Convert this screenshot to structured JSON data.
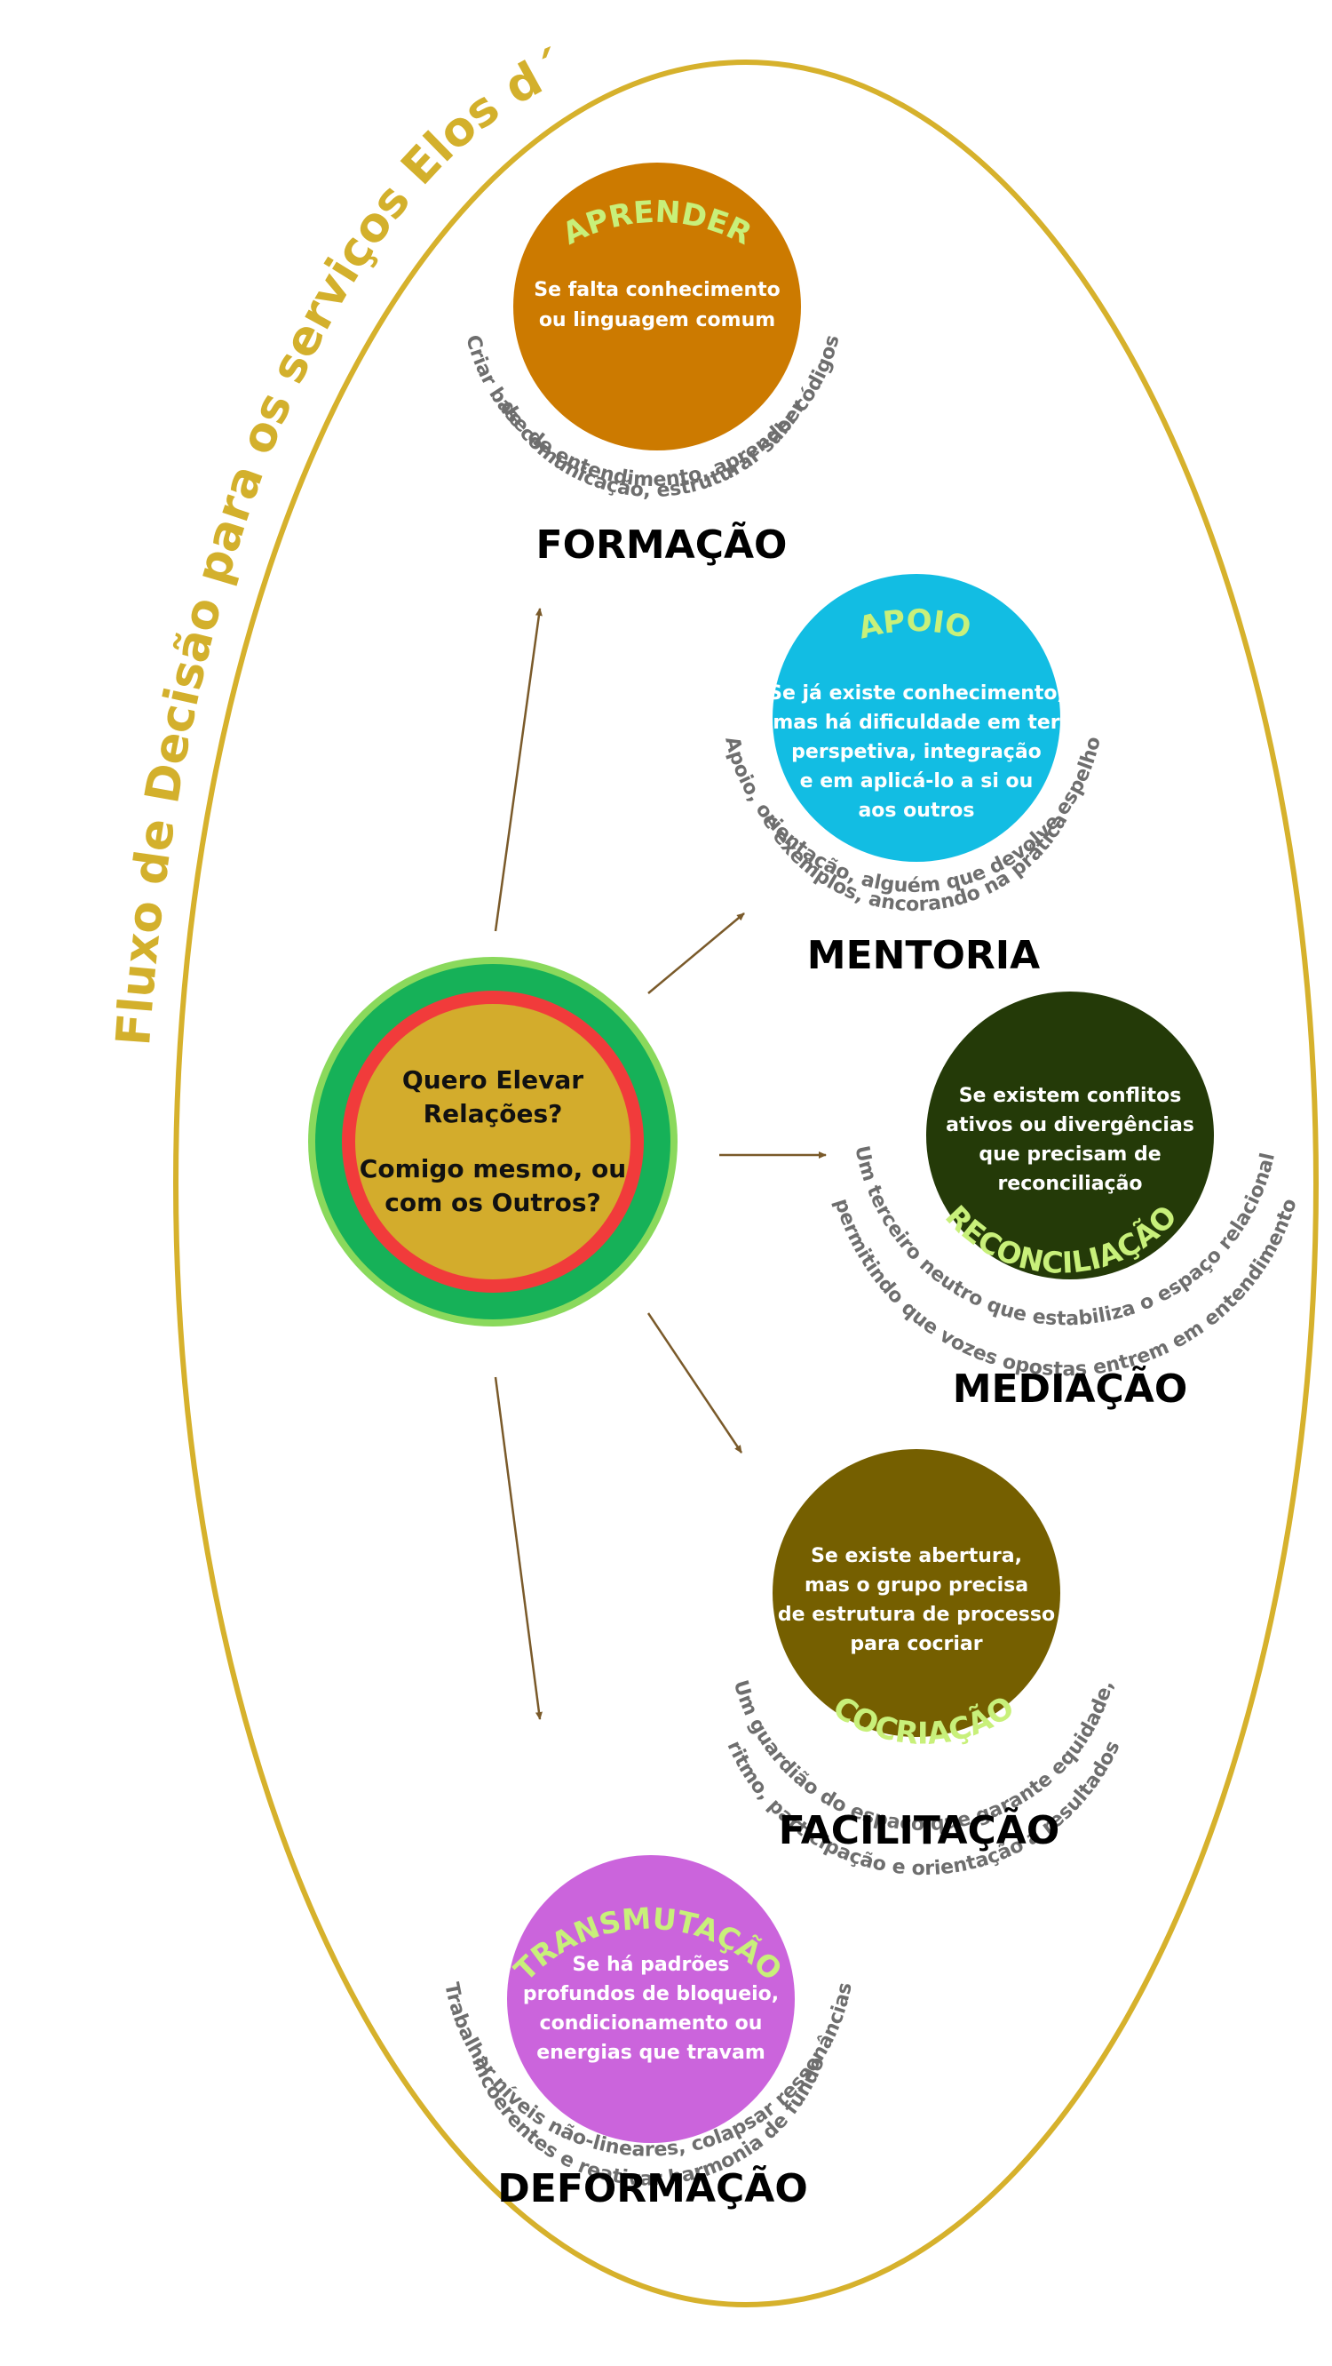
{
  "title": "Fluxo de Decisão para os serviços Elos d´Eros",
  "center": {
    "line1": "Quero Elevar",
    "line2": "Relações?",
    "line3": "Comigo mesmo, ou",
    "line4": "com os Outros?"
  },
  "nodes": [
    {
      "id": "formacao",
      "keyword": "APRENDER",
      "lines": [
        "Se falta conhecimento",
        "ou linguagem comum"
      ],
      "arc1": "Criar base de entendimento, aprender códigos",
      "arc2": "de comunicação, estruturar saber",
      "service": "FORMAÇÃO",
      "color": "#cc7a00"
    },
    {
      "id": "mentoria",
      "keyword": "APOIO",
      "lines": [
        "Se já existe conhecimento,",
        "mas há dificuldade em ter",
        "perspetiva, integração",
        "e em aplicá-lo a si ou",
        "aos outros"
      ],
      "arc1": "Apoio, orientação, alguém que devolve espelho",
      "arc2": "e exemplos, ancorando na prática",
      "service": "MENTORIA",
      "color": "#12bde3"
    },
    {
      "id": "mediacao",
      "keyword": "RECONCILIAÇÃO",
      "lines": [
        "Se existem conflitos",
        "ativos ou divergências",
        "que precisam de",
        "reconciliação"
      ],
      "arc1": "Um terceiro neutro que estabiliza o espaço relacional,",
      "arc2": "permitindo que vozes opostas entrem em entendimento",
      "service": "MEDIAÇÃO",
      "color": "#243a08"
    },
    {
      "id": "facilitacao",
      "keyword": "COCRIAÇÃO",
      "lines": [
        "Se existe abertura,",
        "mas o grupo precisa",
        "de estrutura de processo",
        "para cocriar"
      ],
      "arc1": "Um guardião do espaço que garante equidade,",
      "arc2": "ritmo, participação e orientação a resultados",
      "service": "FACILITAÇÃO",
      "color": "#755f00"
    },
    {
      "id": "deformacao",
      "keyword": "TRANSMUTAÇÃO",
      "lines": [
        "Se há padrões",
        "profundos de bloqueio,",
        "condicionamento ou",
        "energias que travam"
      ],
      "arc1": "Trabalhar níveis não-lineares, colapsar ressonâncias",
      "arc2": "incoerentes e reativar harmonia de fundo",
      "service": "DEFORMAÇÃO",
      "color": "#cb64dc"
    }
  ],
  "colors": {
    "outline": "#d6b12c",
    "title": "#d3b02c",
    "keyword": "#c8f07a",
    "arrow": "#7a5a2a",
    "arc_text": "#6e6e6e",
    "center_fill": "#d3ac2c",
    "center_ring_red": "#f13b3b",
    "center_ring_green": "#16b158",
    "center_ring_outer": "#8ad95c"
  }
}
